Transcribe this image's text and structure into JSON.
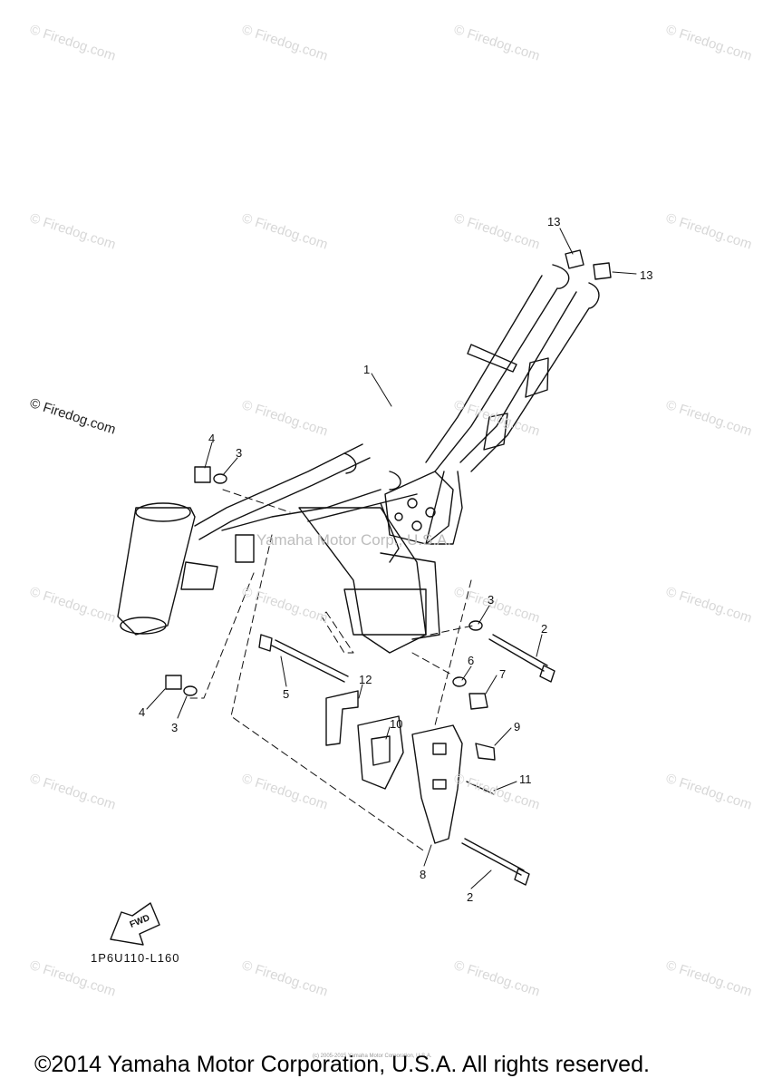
{
  "watermarks": {
    "repeat": "© Firedog.com",
    "left_dark": "© Firedog.com",
    "center": "Yamaha Motor Corp., U.S.A.",
    "tiny_footer": "(c) 2005-2015 Yamaha Motor Corporation, U.S.A."
  },
  "diagram": {
    "drawing_code": "1P6U110-L160",
    "fwd_label": "FWD",
    "callouts": [
      "13",
      "13",
      "1",
      "4",
      "3",
      "3",
      "2",
      "6",
      "7",
      "5",
      "12",
      "10",
      "4",
      "3",
      "9",
      "11",
      "8",
      "2"
    ]
  },
  "footer": {
    "copyright": "©2014 Yamaha Motor Corporation, U.S.A. All rights reserved."
  }
}
